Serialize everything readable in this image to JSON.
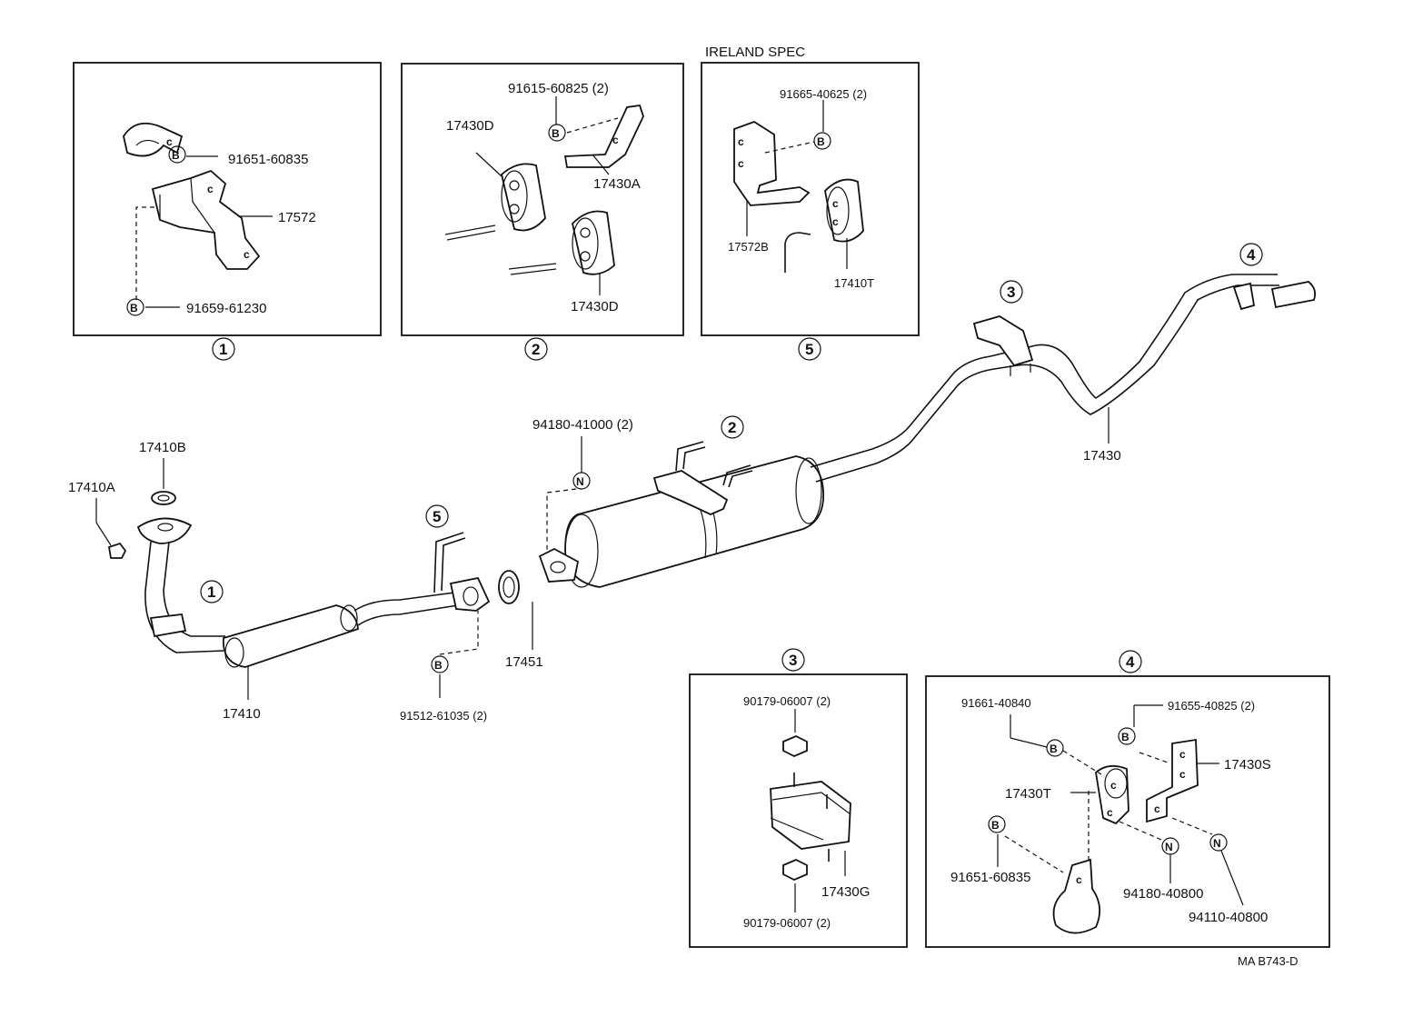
{
  "header": {
    "ireland_spec": "IRELAND SPEC"
  },
  "detail_numbers": {
    "d1": "1",
    "d2": "2",
    "d3": "3",
    "d4": "4",
    "d5": "5"
  },
  "letters": {
    "b": "B",
    "n": "N"
  },
  "labels": {
    "box1_clip_bolt": "91651-60835",
    "box1_bracket": "17572",
    "box1_bolt": "91659-61230",
    "box2_bolt": "91615-60825 (2)",
    "box2_hanger_upper": "17430D",
    "box2_bracket": "17430A",
    "box2_hanger_lower": "17430D",
    "box5_bolt": "91665-40625 (2)",
    "box5_bracket": "17572B",
    "box5_hanger": "17410T",
    "front_gasket": "17410B",
    "front_nut": "17410A",
    "front_pipe": "17410",
    "front_flange_bolt": "91512-61035 (2)",
    "center_gasket": "17451",
    "muffler_nut": "94180-41000 (2)",
    "tail_pipe": "17430",
    "box3_nut_upper": "90179-06007 (2)",
    "box3_cushion": "17430G",
    "box3_nut_lower": "90179-06007 (2)",
    "box4_bolt_left": "91661-40840",
    "box4_bolt_right": "91655-40825 (2)",
    "box4_bracket": "17430S",
    "box4_hanger": "17430T",
    "box4_clamp_bolt": "91651-60835",
    "box4_nut_left": "94180-40800",
    "box4_nut_right": "94110-40800"
  },
  "footer": {
    "figure_code": "MA  B743-D"
  }
}
